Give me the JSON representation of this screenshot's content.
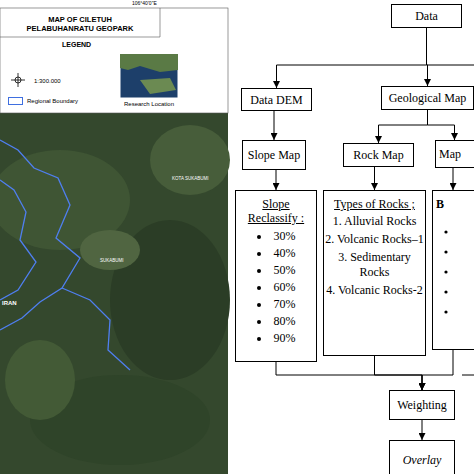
{
  "diagram": {
    "title": "MAP OF CILETUH PELABUHANRATU GEOPARK",
    "nodes": [
      {
        "text": [
          "Data"
        ]
      },
      {
        "text": [
          "Data DEM"
        ]
      },
      {
        "text": [
          "Geological Map"
        ]
      },
      {
        "text": [
          "Slope Map"
        ]
      },
      {
        "text": [
          "Rock Map"
        ]
      },
      {
        "text": [
          "Map"
        ]
      },
      {
        "text": [
          "Slope Reclassify :",
          "30%",
          "40%",
          "50%",
          "60%",
          "70%",
          "80%",
          "90%"
        ]
      },
      {
        "text": [
          "Types of Rocks ;",
          "1. Alluvial Rocks",
          "2. Volcanic Rocks–1",
          "3. Sedimentary Rocks",
          "4. Volcanic Rocks-2"
        ]
      },
      {
        "text": [
          "B"
        ]
      },
      {
        "text": [
          "Weighting"
        ]
      },
      {
        "text": [
          "Overlay"
        ]
      }
    ],
    "edges": [
      {
        "from": 0,
        "to": 1,
        "arrow": "to"
      },
      {
        "from": 0,
        "to": 2,
        "arrow": "to"
      },
      {
        "from": 1,
        "to": 3,
        "arrow": "to"
      },
      {
        "from": 2,
        "to": 4,
        "arrow": "to"
      },
      {
        "from": 2,
        "to": 5,
        "arrow": "to"
      },
      {
        "from": 3,
        "to": 6,
        "arrow": "to"
      },
      {
        "from": 4,
        "to": 7,
        "arrow": "to"
      },
      {
        "from": 5,
        "to": 8,
        "arrow": "to"
      },
      {
        "from": 6,
        "to": 9,
        "arrow": "to"
      },
      {
        "from": 7,
        "to": 9,
        "arrow": "to"
      },
      {
        "from": 8,
        "to": 9,
        "arrow": "to"
      },
      {
        "from": 9,
        "to": 10,
        "arrow": "to"
      }
    ],
    "labels": [
      "106°40'0\"E",
      "LEGEND",
      "1:300.000",
      "Research Location",
      "KOTA SUKABUMI",
      "SUKABUMI",
      "IRAN"
    ],
    "legend": [
      {
        "text": "Regional Boundary"
      }
    ]
  }
}
